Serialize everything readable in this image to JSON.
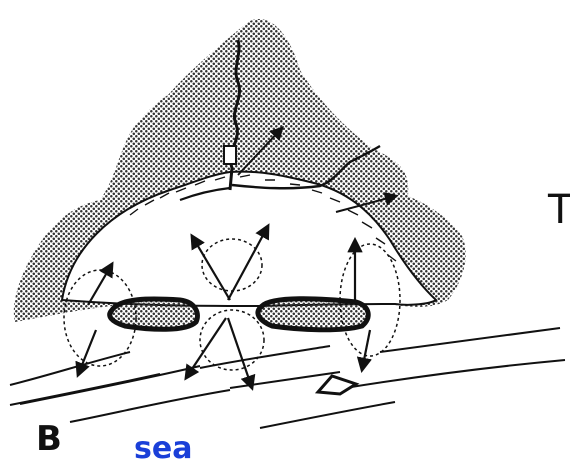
{
  "labels": {
    "b": "B",
    "sea": "sea",
    "t": "T"
  },
  "colors": {
    "sea_label": "#1a3fd8",
    "ink": "#111111",
    "stipple": "#555555"
  }
}
